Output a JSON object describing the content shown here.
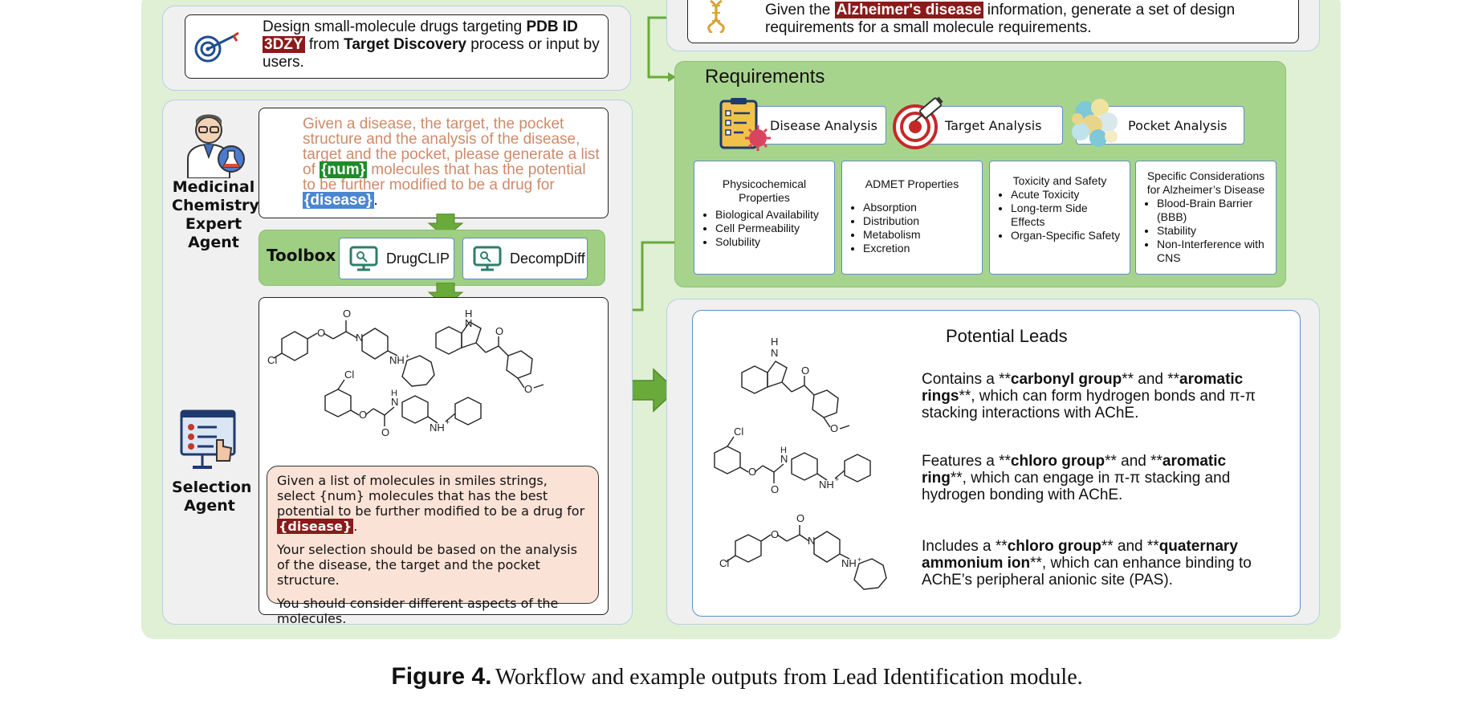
{
  "task_box": {
    "text1": "Design small-molecule drugs targeting ",
    "bold1": "PDB ID",
    "highlight": "3DZY",
    "text2": " from ",
    "bold2": "Target Discovery",
    "text3": " process or input by users."
  },
  "disease_box": {
    "text1": "Given the ",
    "highlight": "Alzheimer's disease",
    "text2": " information, generate a set of design requirements for a small molecule requirements."
  },
  "medicinal_agent": {
    "label": "Medicinal Chemistry Expert Agent",
    "prompt_a": "Given a disease, the target, the pocket structure and the analysis of the disease, target and the pocket, please generate a list of ",
    "num_tag": "{num}",
    "prompt_b": " molecules that has the potential to be further modified to be a drug for ",
    "disease_tag": "{disease}",
    "prompt_c": "."
  },
  "toolbox": {
    "title": "Toolbox",
    "tools": [
      "DrugCLIP",
      "DecompDiff"
    ]
  },
  "selection_agent": {
    "label": "Selection Agent",
    "p1_a": "Given a list of molecules in smiles strings, select {num} molecules that has the best potential to be further modified to be a drug for ",
    "p1_tag": "{disease}",
    "p1_b": ".",
    "p2": "Your selection should be based on the analysis of the disease, the target and the pocket structure.",
    "p3": "You should consider different aspects of the molecules."
  },
  "requirements": {
    "title": "Requirements",
    "analyses": [
      "Disease Analysis",
      "Target Analysis",
      "Pocket Analysis"
    ],
    "cards": [
      {
        "title": "Physicochemical Properties",
        "items": [
          "Biological Availability",
          "Cell Permeability",
          "Solubility"
        ]
      },
      {
        "title": "ADMET Properties",
        "items": [
          "Absorption",
          "Distribution",
          "Metabolism",
          "Excretion"
        ]
      },
      {
        "title": "Toxicity and Safety",
        "items": [
          "Acute Toxicity",
          "Long-term Side Effects",
          "Organ-Specific Safety"
        ]
      },
      {
        "title": "Specific Considerations for Alzheimer’s Disease",
        "items": [
          "Blood-Brain Barrier (BBB)",
          "Stability",
          "Non-Interference with CNS"
        ]
      }
    ]
  },
  "molecule_labels": {
    "O": "O",
    "Cl": "Cl",
    "H": "H",
    "N": "N",
    "NH": "NH",
    "plus": "+"
  },
  "potential_leads": {
    "title": "Potential Leads",
    "leads": [
      {
        "a": "Contains a **",
        "b1": "carbonyl group",
        "c": "** and **",
        "b2": "aromatic rings",
        "d": "**, which can form hydrogen bonds and π-π stacking interactions with AChE."
      },
      {
        "a": "Features a **",
        "b1": "chloro group",
        "c": "** and **",
        "b2": "aromatic ring",
        "d": "**, which can engage in π-π stacking and hydrogen bonding with AChE."
      },
      {
        "a": "Includes a **",
        "b1": "chloro group",
        "c": "** and **",
        "b2": "quaternary ammonium ion",
        "d": "**, which can enhance binding to AChE’s peripheral anionic site (PAS)."
      }
    ]
  },
  "caption": {
    "label": "Figure 4.",
    "text": "Workflow and example outputs from Lead Identification module."
  },
  "colors": {
    "outer_bg": "#dff0d5",
    "req_bg": "#a7d48c",
    "arrow": "#6aaa3a",
    "highlight_red": "#8b1a1a",
    "highlight_green": "#1e8c2a",
    "highlight_blue": "#4b86d0",
    "prompt_text": "#cf8a6a",
    "selection_bg": "#fbe2d6",
    "border_blue": "#5d8fc9"
  }
}
